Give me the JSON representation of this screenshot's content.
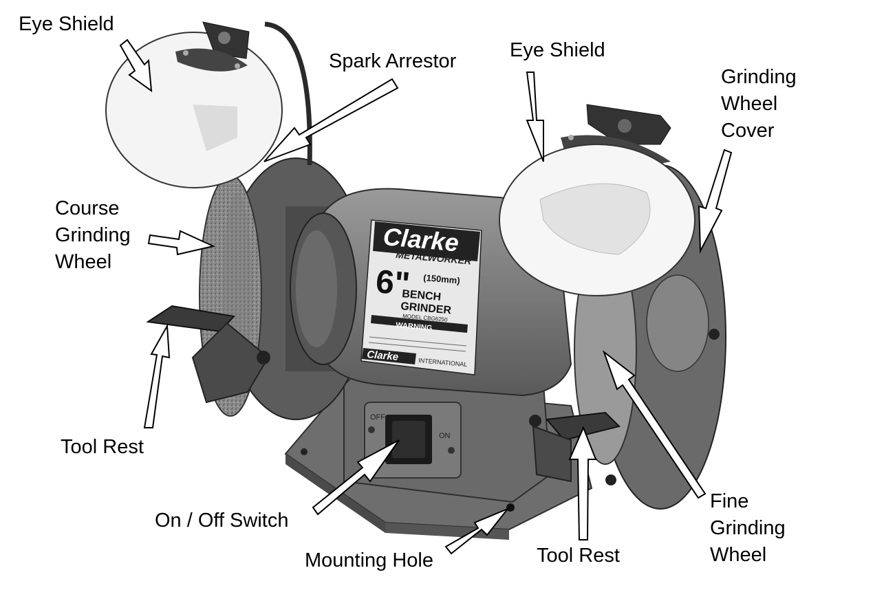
{
  "labels": {
    "eye_shield_left": "Eye Shield",
    "spark_arrestor": "Spark Arrestor",
    "eye_shield_right": "Eye Shield",
    "wheel_cover": [
      "Grinding",
      "Wheel",
      "Cover"
    ],
    "course_wheel": [
      "Course",
      "Grinding",
      "Wheel"
    ],
    "tool_rest_left": "Tool Rest",
    "on_off_switch": "On / Off Switch",
    "mounting_hole": "Mounting Hole",
    "tool_rest_right": "Tool Rest",
    "fine_wheel": [
      "Fine",
      "Grinding",
      "Wheel"
    ]
  },
  "product_label": {
    "brand": "Clarke",
    "line": "METALWORKER",
    "size": "6\"",
    "size_mm": "(150mm)",
    "name_1": "BENCH",
    "name_2": "GRINDER",
    "model": "MODEL CBG6250",
    "warning": "WARNING",
    "footer_brand": "Clarke",
    "footer_sub": "INTERNATIONAL"
  },
  "switch": {
    "off": "OFF",
    "on": "ON"
  },
  "colors": {
    "body": "#7a7a7a",
    "dark": "#3a3a3a",
    "wheel": "#8c8c8c",
    "shield": "#f2f2f2"
  }
}
